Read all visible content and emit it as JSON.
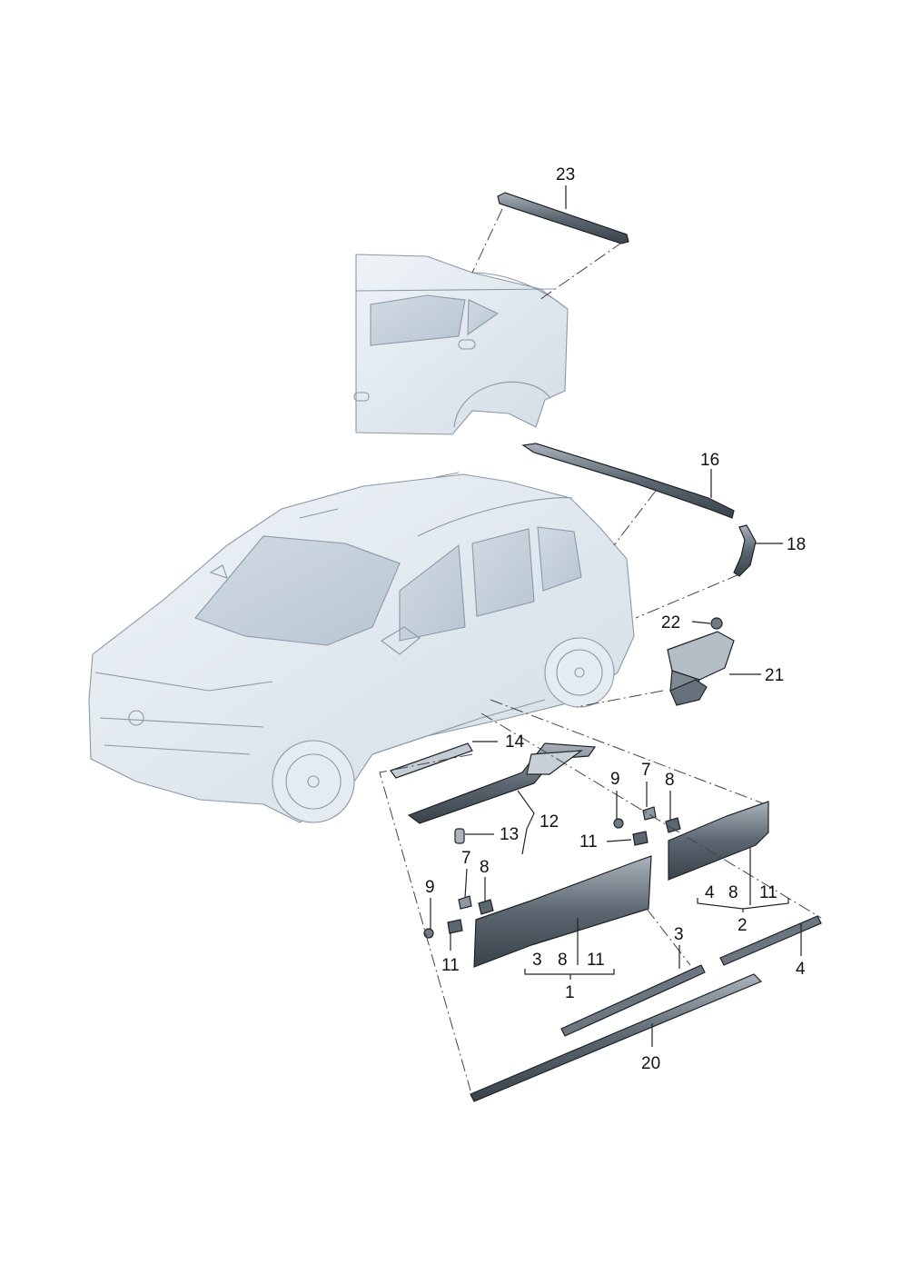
{
  "callouts": {
    "c1": "1",
    "c2": "2",
    "c3a": "3",
    "c3b": "3",
    "c4a": "4",
    "c4b": "4",
    "c7a": "7",
    "c7b": "7",
    "c8a": "8",
    "c8b": "8",
    "c8c": "8",
    "c8d": "8",
    "c9a": "9",
    "c9b": "9",
    "c11a": "11",
    "c11b": "11",
    "c11c": "11",
    "c11d": "11",
    "c12": "12",
    "c13": "13",
    "c14": "14",
    "c16": "16",
    "c18": "18",
    "c20": "20",
    "c21": "21",
    "c22": "22",
    "c23": "23"
  },
  "colors": {
    "background": "#ffffff",
    "part_dark": "#4a545e",
    "part_mid": "#8d98a3",
    "car_ghost": "#dde6ee",
    "line": "#222222"
  },
  "icons": [
    "car-body-icon",
    "rear-quarter-icon"
  ]
}
